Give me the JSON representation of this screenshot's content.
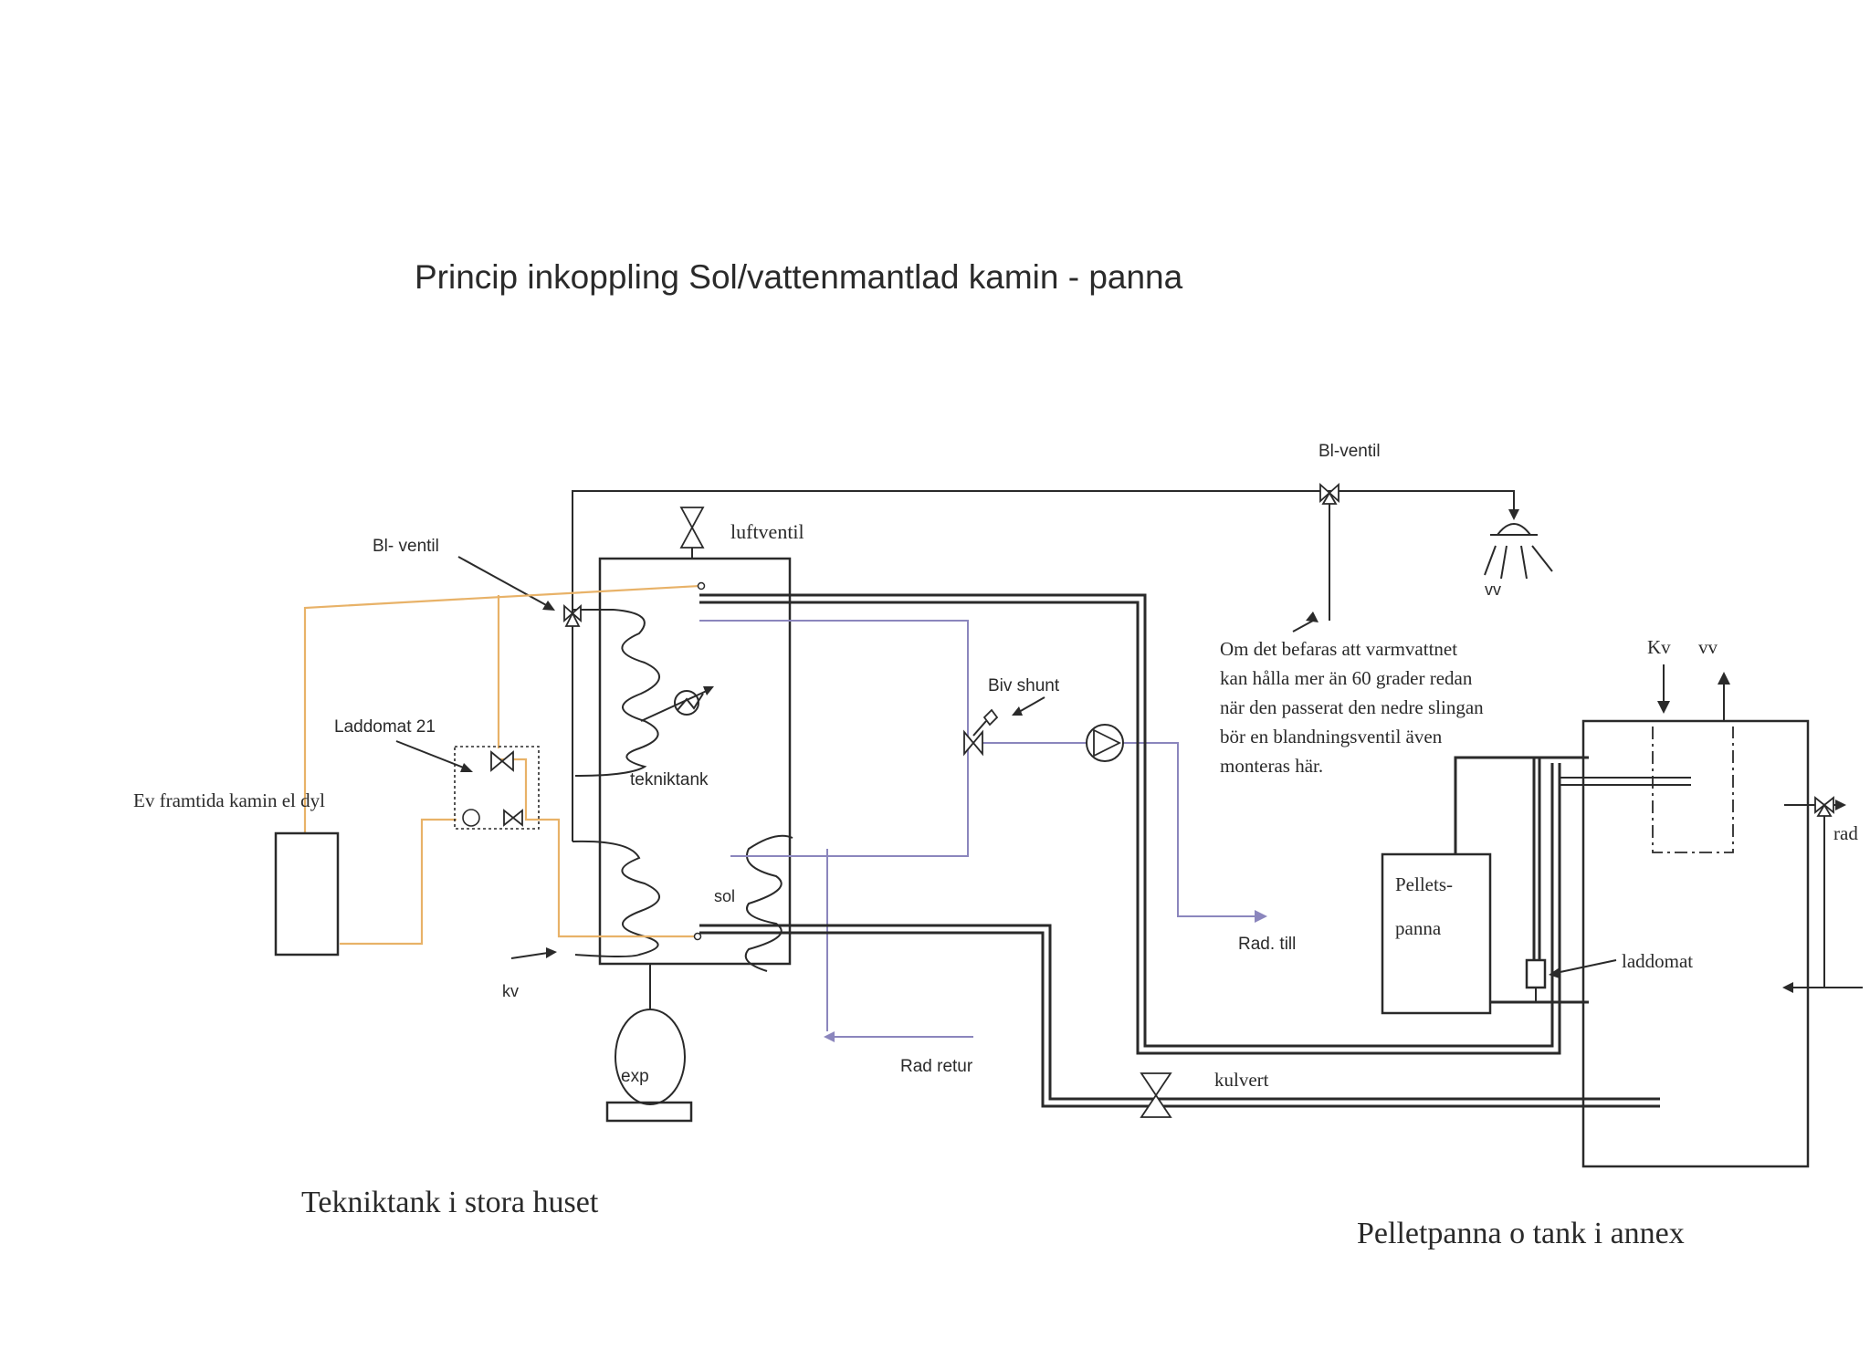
{
  "title": "Princip inkoppling  Sol/vattenmantlad kamin - panna",
  "labels": {
    "bl_ventil_top": "Bl-ventil",
    "bl_ventil_left": "Bl- ventil",
    "luftventil": "luftventil",
    "vv_shower": "vv",
    "biv_shunt": "Biv shunt",
    "laddomat_21": "Laddomat 21",
    "tekniktank": "tekniktank",
    "ev_framtida": "Ev framtida kamin el dyl",
    "sol": "sol",
    "kv_left": "kv",
    "exp": "exp",
    "rad_till": "Rad. till",
    "rad_retur": "Rad retur",
    "kulvert": "kulvert",
    "pellets_line1": "Pellets-",
    "pellets_line2": "panna",
    "laddomat": "laddomat",
    "kv_annex": "Kv",
    "vv_annex": "vv",
    "rad": "rad"
  },
  "note": [
    "Om det befaras att varmvattnet",
    "kan hålla mer än 60 grader redan",
    "när den passerat den nedre slingan",
    "bör en blandningsventil även",
    "monteras här."
  ],
  "captions": {
    "left": "Tekniktank i stora huset",
    "right": "Pelletpanna o tank i annex"
  },
  "colors": {
    "pipe": "#2a2a2a",
    "solar_circuit": "#e8b268",
    "radiator_circuit": "#8b86bd",
    "background": "#ffffff"
  },
  "icons": [
    "valve-icon",
    "three-way-valve-icon",
    "shower-icon",
    "pump-icon",
    "heat-exchanger-icon",
    "expansion-vessel-icon",
    "coil-icon"
  ]
}
